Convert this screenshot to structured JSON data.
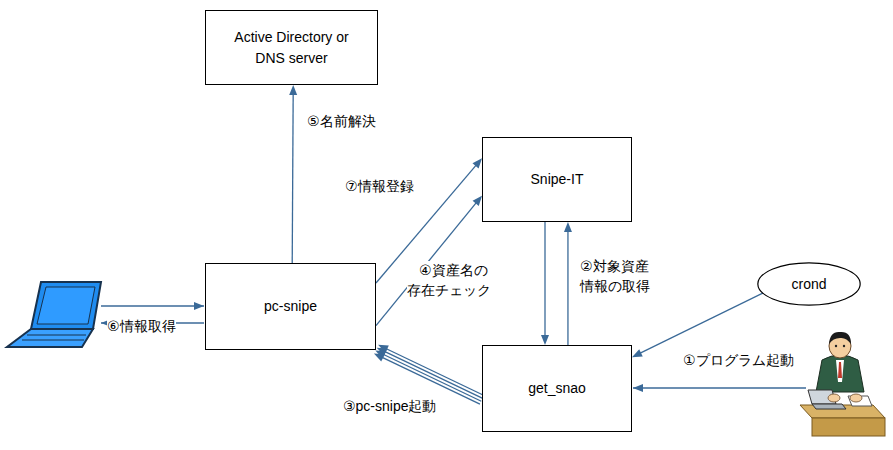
{
  "diagram": {
    "nodes": [
      {
        "text": [
          "Active Directory or DNS server"
        ]
      },
      {
        "text": [
          "Snipe-IT"
        ]
      },
      {
        "text": [
          "pc-snipe"
        ]
      },
      {
        "text": [
          "get_snao"
        ]
      },
      {
        "text": [
          "crond"
        ]
      }
    ],
    "edges": [
      {
        "from": 2,
        "to": 0,
        "arrow": "to",
        "label": "⑤名前解決"
      },
      {
        "from": 2,
        "to": 1,
        "arrow": "to",
        "label": "⑦情報登録"
      },
      {
        "from": 2,
        "to": 1,
        "arrow": "to",
        "label": "④資産名の存在チェック"
      },
      {
        "from": 1,
        "to": 3,
        "arrow": "to"
      },
      {
        "from": 3,
        "to": 1,
        "arrow": "to",
        "label": "②対象資産情報の取得"
      },
      {
        "from": 3,
        "to": 2,
        "arrow": "to",
        "label": "③pc-snipe起動"
      },
      {
        "from": 4,
        "to": 3,
        "arrow": "to"
      }
    ],
    "labels": [
      "⑥情報取得",
      "①プログラム起動"
    ]
  }
}
